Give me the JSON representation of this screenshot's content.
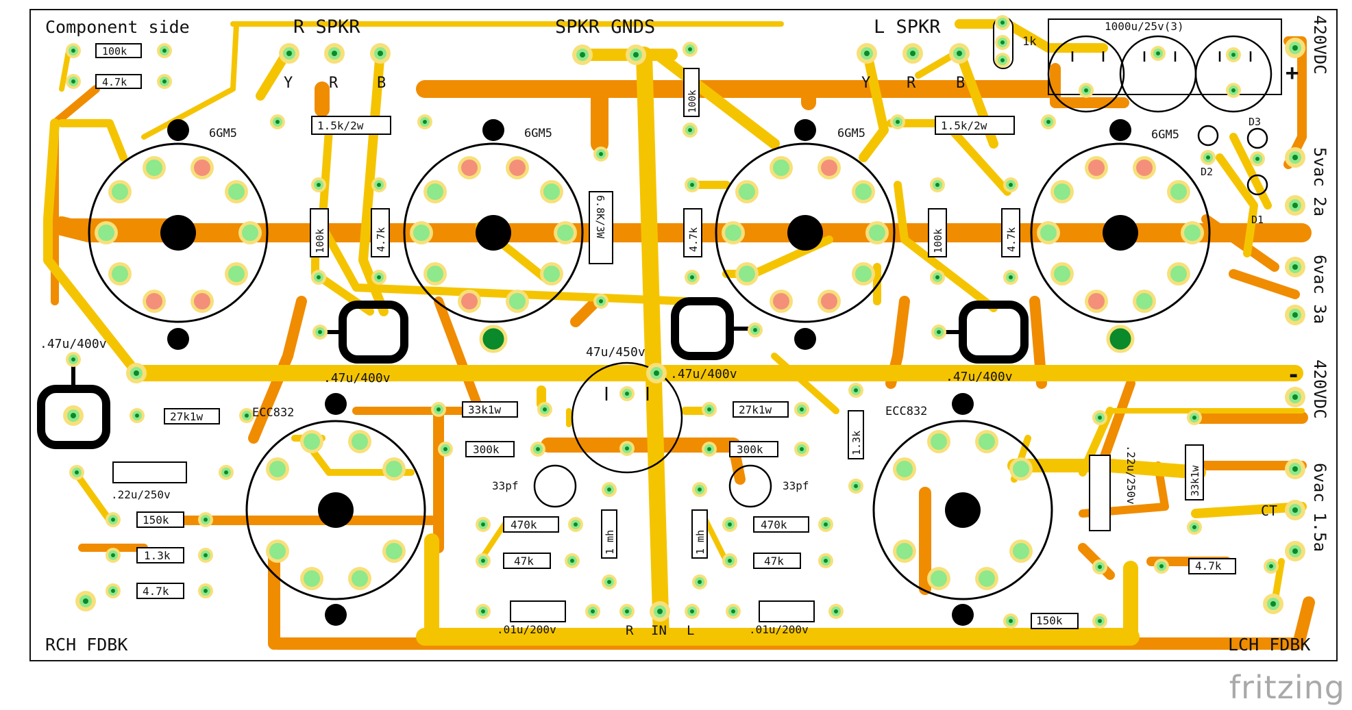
{
  "board": {
    "title": "Component side",
    "left_feedback": "RCH FDBK",
    "right_feedback": "LCH FDBK",
    "watermark": "fritzing",
    "colors": {
      "trace_bottom": "#f08c00",
      "trace_top": "#f5c400",
      "pad_ring": "#f7e07a",
      "pad_green": "#8ee88c",
      "pad_dark_green": "#0a8a2a",
      "pad_red": "#f4907a",
      "ink": "#000000"
    }
  },
  "speakers": {
    "right_label": "R SPKR",
    "left_label": "L SPKR",
    "grounds_label": "SPKR GNDS",
    "terminal_labels": [
      "Y",
      "R",
      "B"
    ]
  },
  "power_terminals": [
    {
      "label": "420VDC",
      "polarity": "+"
    },
    {
      "label": "5vac 2a"
    },
    {
      "label": "6vac 3a"
    },
    {
      "label": "420VDC",
      "polarity": "-"
    },
    {
      "label": "6vac 1.5a"
    },
    {
      "label": "CT"
    }
  ],
  "tubes": [
    {
      "label": "6GM5"
    },
    {
      "label": "6GM5"
    },
    {
      "label": "6GM5"
    },
    {
      "label": "6GM5"
    },
    {
      "label": "ECC832"
    },
    {
      "label": "ECC832"
    }
  ],
  "components": {
    "r_100k_top": "100k",
    "r_4_7k_top": "4.7k",
    "r_1_5k_left": "1.5k/2w",
    "r_1_5k_right": "1.5k/2w",
    "r_100k_mid": "100k",
    "r_4_7k_mid1": "4.7k",
    "r_6_8k": "6.8K/3W",
    "r_100k_vert": "100k",
    "r_4_7k_mid2": "4.7k",
    "r_100k_mid2": "100k",
    "r_4_7k_mid3": "4.7k",
    "r_1k": "1k",
    "c_filter": "1000u/25v(3)",
    "d3": "D3",
    "d2": "D2",
    "d1": "D1",
    "c_047_left": ".47u/400v",
    "c_047_a": ".47u/400v",
    "c_047_b": ".47u/400v",
    "c_047_c": ".47u/400v",
    "c_47_450": "47u/450v",
    "r_27k_left": "27k1w",
    "r_33k_left": "33k1w",
    "r_27k_right": "27k1w",
    "r_300k_left": "300k",
    "r_300k_right": "300k",
    "c_022_left": ".22u/250v",
    "c_022_right": ".22u/250v",
    "r_150k_left": "150k",
    "r_1_3k_left": "1.3k",
    "r_4_7k_left": "4.7k",
    "c_33pf_left": "33pf",
    "c_33pf_right": "33pf",
    "r_470k_left": "470k",
    "r_470k_right": "470k",
    "r_47k_left": "47k",
    "r_47k_right": "47k",
    "l_1mh_left": "1 mh",
    "l_1mh_right": "1 mh",
    "c_01_left": ".01u/200v",
    "c_01_right": ".01u/200v",
    "in_r": "R",
    "in_label": "IN",
    "in_l": "L",
    "r_1_3k_right": "1.3k",
    "r_33k_right": "33k1w",
    "r_4_7k_right": "4.7k",
    "r_150k_right": "150k"
  }
}
